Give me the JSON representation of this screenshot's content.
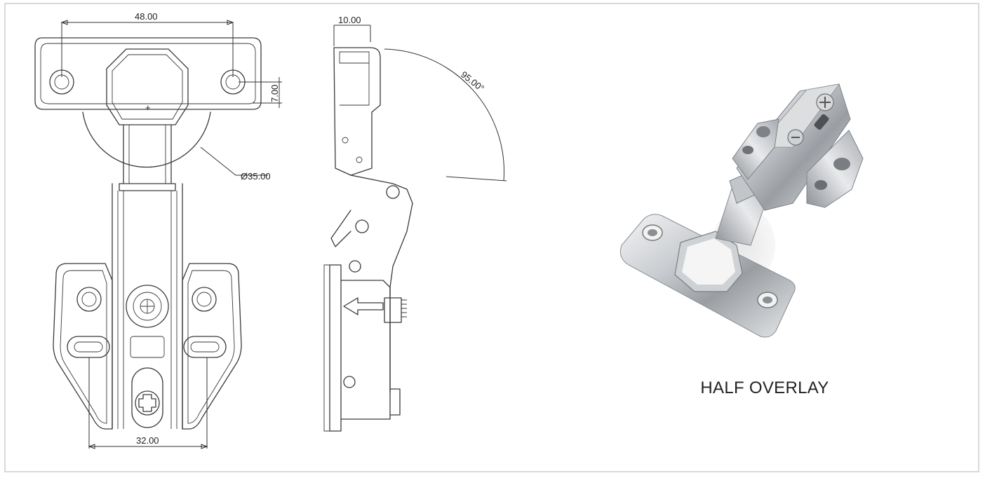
{
  "drawing": {
    "front_view": {
      "dim_top": "48.00",
      "dim_side": "7.00",
      "dim_cup": "Ø35.00",
      "dim_bottom": "32.00"
    },
    "side_view": {
      "dim_top": "10.00",
      "dim_angle": "95.00°"
    }
  },
  "product": {
    "caption": "HALF OVERLAY"
  },
  "colors": {
    "line": "#3a3a3a",
    "frame": "#d9d9d9",
    "metal": "#b8bcc0"
  }
}
